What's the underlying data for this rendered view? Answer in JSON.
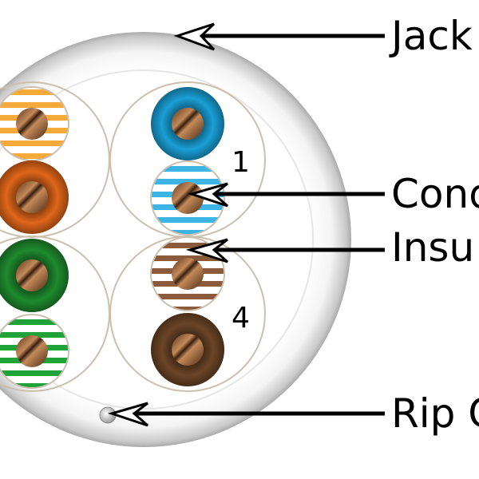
{
  "labels": {
    "jacket": "Jack",
    "conductor": "Cond",
    "insulation": "Insu",
    "rip_cord": "Rip C"
  },
  "pair_numbers": {
    "pair_1": "1",
    "pair_4": "4"
  },
  "colors": {
    "orange": "#f5a623",
    "orange_solid": "#e0661a",
    "green": "#1fa23a",
    "green_solid": "#1e8a2e",
    "blue": "#3cb4e6",
    "blue_solid": "#1a9fd6",
    "brown": "#8a5a3a",
    "brown_solid": "#6b4426",
    "copper": "#b27a4a"
  }
}
